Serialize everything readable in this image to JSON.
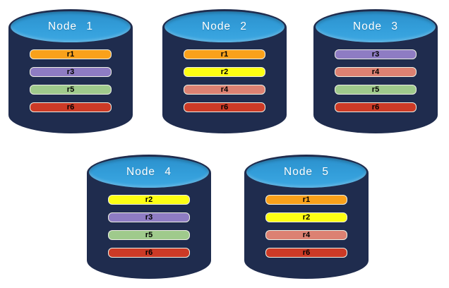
{
  "diagram": {
    "description": "Database nodes with replicated partitions",
    "colors": {
      "cylinder_body": "#1F2C4E",
      "cylinder_top": "#339EDA",
      "node_label_text": "#FFFFFF",
      "bar_text": "#000000",
      "bar_border": "#EDEFE4",
      "replicas": {
        "r1": "#F9A11B",
        "r2": "#FDFF13",
        "r3": "#8E7CC3",
        "r4": "#DC8172",
        "r5": "#9FCA8C",
        "r6": "#CC3A26"
      }
    },
    "nodes": [
      {
        "label": "Node 1",
        "replicas": [
          "r1",
          "r3",
          "r5",
          "r6"
        ]
      },
      {
        "label": "Node 2",
        "replicas": [
          "r1",
          "r2",
          "r4",
          "r6"
        ]
      },
      {
        "label": "Node 3",
        "replicas": [
          "r3",
          "r4",
          "r5",
          "r6"
        ]
      },
      {
        "label": "Node 4",
        "replicas": [
          "r2",
          "r3",
          "r5",
          "r6"
        ]
      },
      {
        "label": "Node 5",
        "replicas": [
          "r1",
          "r2",
          "r4",
          "r6"
        ]
      }
    ]
  }
}
